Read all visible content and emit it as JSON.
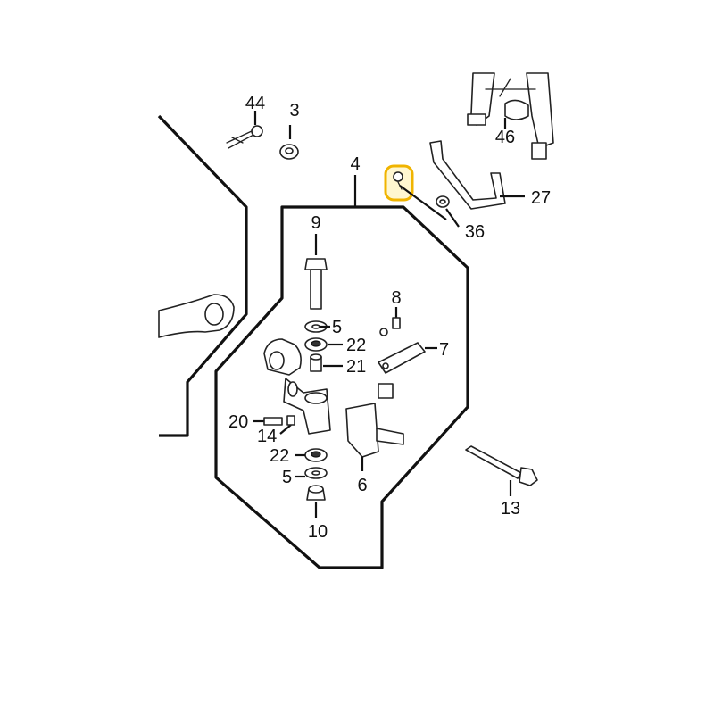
{
  "highlight_color": "#f0b400",
  "labels": {
    "p44": "44",
    "p3": "3",
    "p4": "4",
    "p46": "46",
    "p27": "27",
    "p36": "36",
    "p9": "9",
    "p8": "8",
    "p5a": "5",
    "p22a": "22",
    "p7": "7",
    "p21": "21",
    "p20": "20",
    "p14": "14",
    "p22b": "22",
    "p5b": "5",
    "p6": "6",
    "p10": "10",
    "p13": "13"
  }
}
